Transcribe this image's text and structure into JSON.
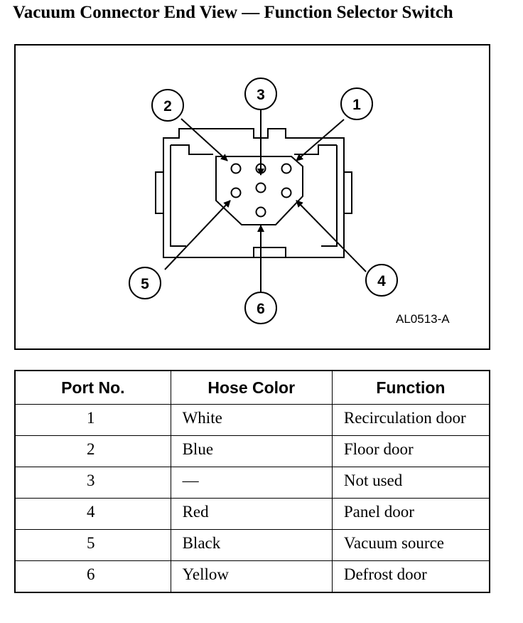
{
  "title": "Vacuum Connector End View — Function Selector Switch",
  "figure": {
    "ref_code": "AL0513-A",
    "callouts": [
      "1",
      "2",
      "3",
      "4",
      "5",
      "6"
    ]
  },
  "table": {
    "headers": [
      "Port No.",
      "Hose Color",
      "Function"
    ],
    "rows": [
      {
        "port": "1",
        "color": "White",
        "function": "Recirculation door"
      },
      {
        "port": "2",
        "color": "Blue",
        "function": "Floor door"
      },
      {
        "port": "3",
        "color": "—",
        "function": "Not used"
      },
      {
        "port": "4",
        "color": "Red",
        "function": "Panel door"
      },
      {
        "port": "5",
        "color": "Black",
        "function": "Vacuum source"
      },
      {
        "port": "6",
        "color": "Yellow",
        "function": "Defrost door"
      }
    ]
  }
}
